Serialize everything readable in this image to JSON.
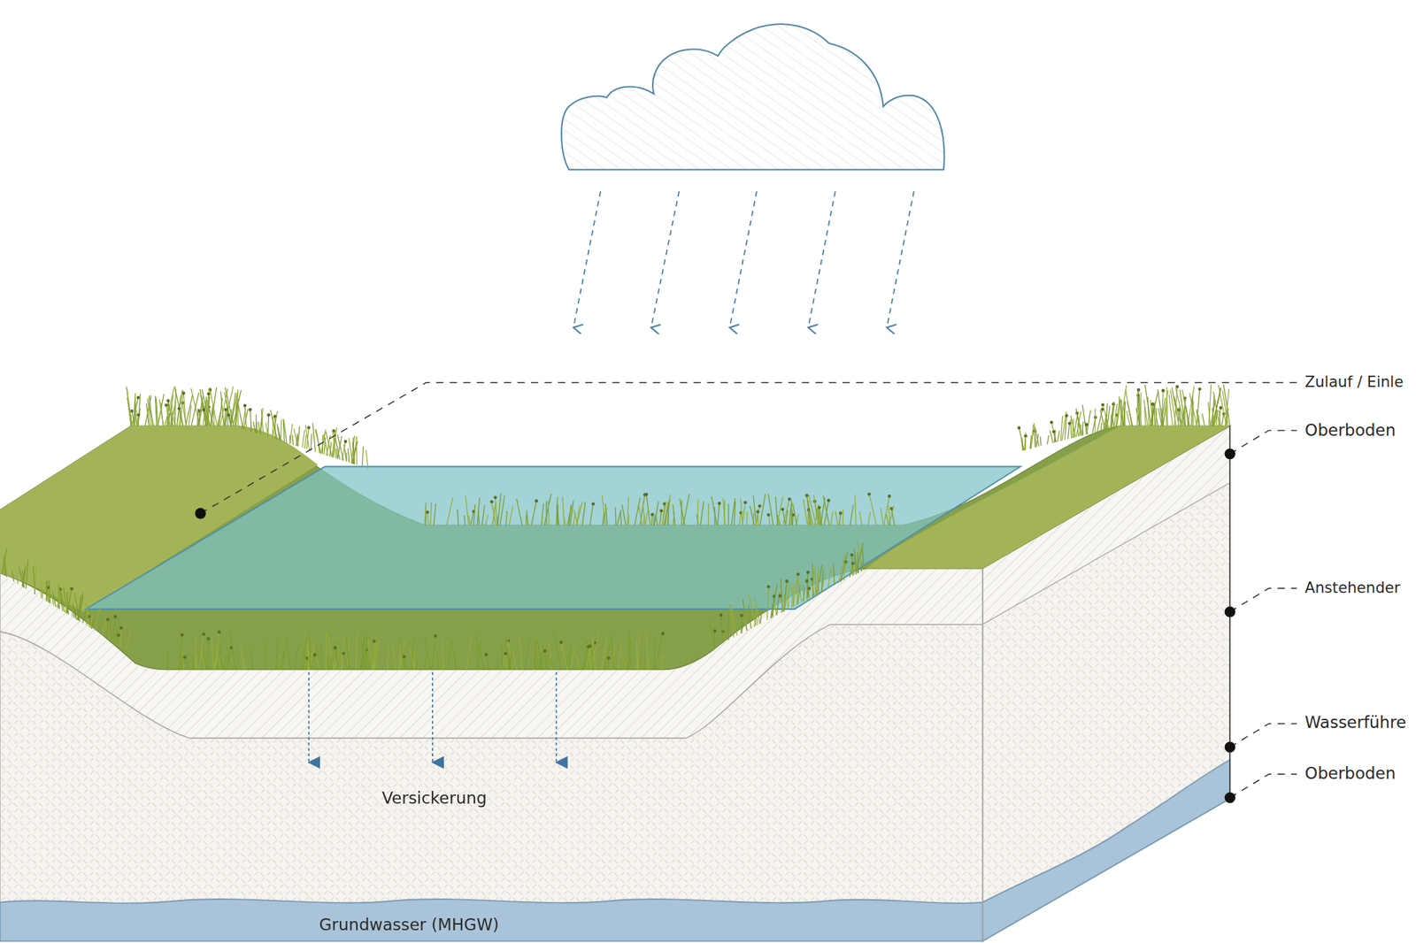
{
  "diagram": {
    "labels": [
      "Zulauf / Einle",
      "Oberboden",
      "Anstehender",
      "Wasserführe",
      "Oberboden",
      "Versickerung",
      "Grundwasser (MHGW)"
    ]
  }
}
